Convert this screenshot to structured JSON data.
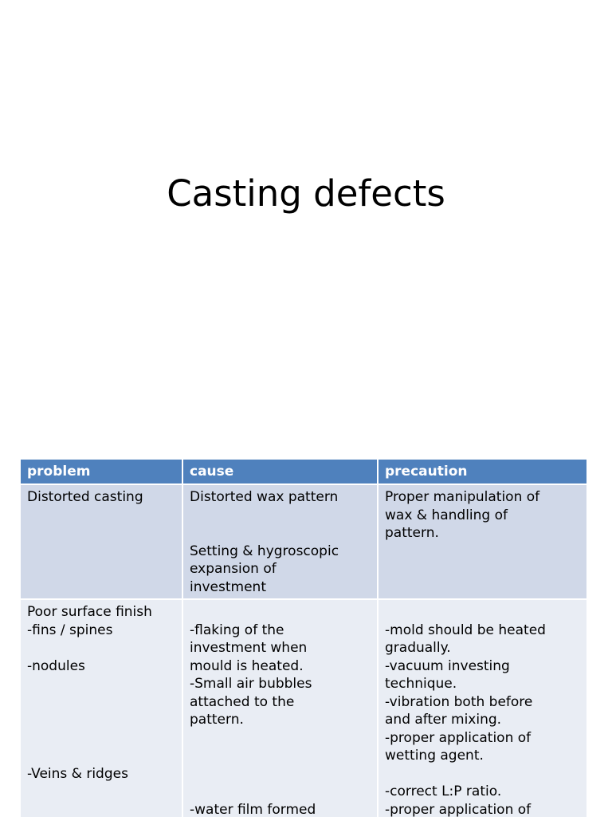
{
  "slide": {
    "title": "Casting defects"
  },
  "table": {
    "headers": [
      "problem",
      "cause",
      "precaution"
    ],
    "rows": [
      {
        "problem": [
          "Distorted casting"
        ],
        "cause": [
          "Distorted wax pattern",
          "",
          "",
          "Setting & hygroscopic",
          "expansion of",
          "investment"
        ],
        "precaution": [
          "Proper manipulation of",
          "wax & handling of",
          "pattern."
        ]
      },
      {
        "problem": [
          "Poor surface finish",
          "-fins / spines",
          "",
          "-nodules",
          "",
          "",
          "",
          "",
          "",
          "-Veins & ridges"
        ],
        "cause": [
          "",
          "-flaking of the",
          "investment when",
          "mould is heated.",
          "-Small air bubbles",
          "attached to the",
          "pattern.",
          "",
          "",
          "",
          "",
          "-water film formed"
        ],
        "precaution": [
          "",
          "-mold should be heated",
          "gradually.",
          "-vacuum investing",
          "technique.",
          "-vibration both before",
          "and after mixing.",
          "-proper application of",
          "wetting agent.",
          "",
          "-correct L:P ratio.",
          "-proper application of"
        ]
      }
    ]
  }
}
